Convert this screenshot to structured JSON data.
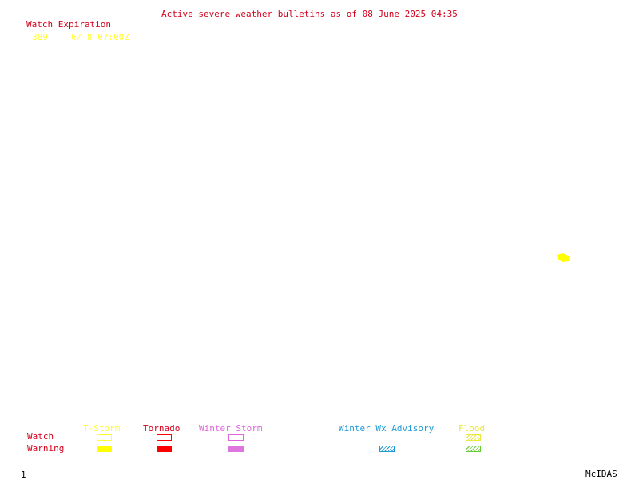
{
  "title": "Active severe weather bulletins as of 08 June 2025 04:35",
  "watch_table": {
    "header": "Watch Expiration",
    "rows": [
      {
        "number": "389",
        "expiration": "6/ 8 07:00Z"
      }
    ]
  },
  "legend": {
    "row_labels": {
      "watch": "Watch",
      "warning": "Warning"
    },
    "columns": [
      {
        "key": "tstorm",
        "label": "T-Storm",
        "color": "#ffff33"
      },
      {
        "key": "tornado",
        "label": "Tornado",
        "color": "#ff0000"
      },
      {
        "key": "winter_storm",
        "label": "Winter Storm",
        "color": "#dd66dd"
      },
      {
        "key": "winter_wx",
        "label": "Winter Wx Advisory",
        "color": "#1e9ad6"
      },
      {
        "key": "flood",
        "label": "Flood",
        "color": "#e8e840",
        "warning_color": "#66cc33"
      }
    ]
  },
  "map": {
    "areas": [
      {
        "type": "watch",
        "category": "tstorm",
        "id": "389",
        "color": "#ffff00"
      }
    ]
  },
  "footer": {
    "frame": "1",
    "brand": "McIDAS"
  }
}
